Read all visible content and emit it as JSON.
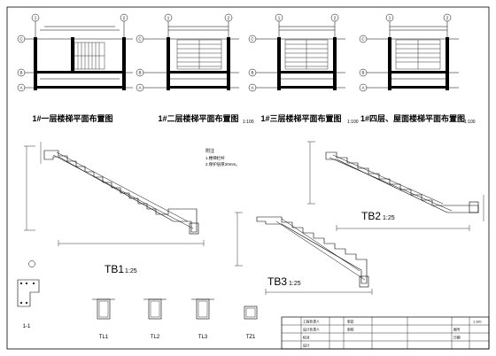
{
  "plans": [
    {
      "title": "1#一层楼梯平面布置图",
      "scale": ""
    },
    {
      "title": "1#二层楼梯平面布置图",
      "scale": "1:100"
    },
    {
      "title": "1#三层楼梯平面布置图",
      "scale": "1:100"
    },
    {
      "title": "1#四层、屋面楼梯平面布置图",
      "scale": "1:100"
    }
  ],
  "axis_marks": [
    "1",
    "2",
    "A",
    "B",
    "C"
  ],
  "notes": {
    "title": "附注",
    "line1": "1.楼梯栏杆",
    "line2": "2.保护层厚20mm。"
  },
  "stairs": [
    {
      "id": "TB1",
      "scale": "1:25"
    },
    {
      "id": "TB2",
      "scale": "1:25"
    },
    {
      "id": "TB3",
      "scale": "1:25"
    }
  ],
  "sections": [
    {
      "label": "1-1"
    },
    {
      "label": "TL1"
    },
    {
      "label": "TL2"
    },
    {
      "label": "TL3"
    },
    {
      "label": "TZ1"
    }
  ],
  "titleblock": {
    "scale_value": "1:100",
    "rows": [
      "工程负责人",
      "设计负责人",
      "校对",
      "设计"
    ],
    "cells": [
      "审定",
      "审核",
      "图号",
      "日期"
    ]
  },
  "colors": {
    "line": "#000000",
    "background": "#ffffff"
  }
}
